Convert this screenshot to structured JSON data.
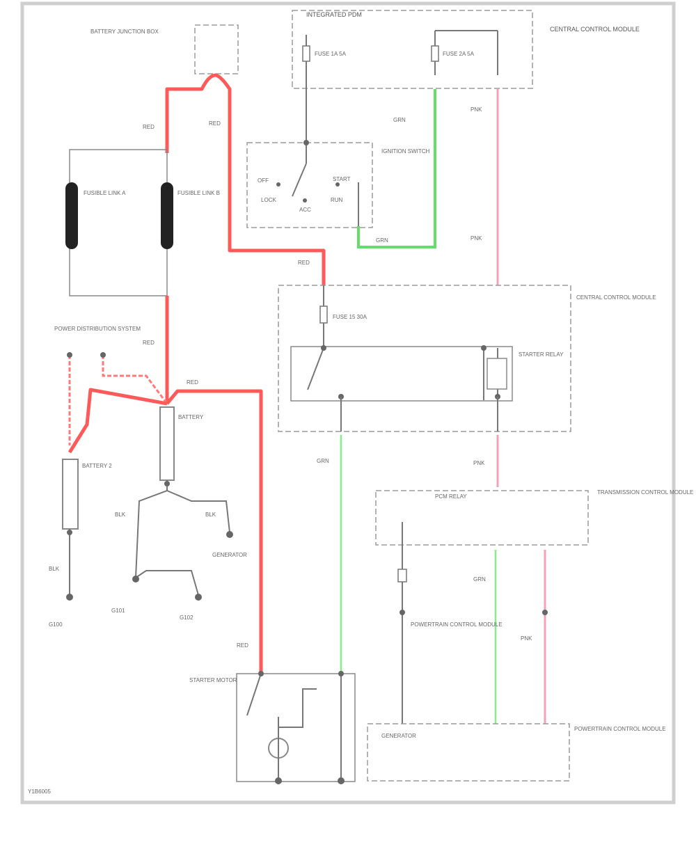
{
  "diagram": {
    "figure_id": "Y1B6005",
    "labels": {
      "ipdm_top": "INTEGRATED PDM",
      "battery_junction": "BATTERY JUNCTION BOX",
      "fuse_a": "FUSE 1A 5A",
      "fuse_b": "FUSE 2A 5A",
      "central_module_top": "CENTRAL CONTROL MODULE",
      "ignition_switch": "IGNITION SWITCH",
      "ignition_off": "OFF",
      "ignition_lock": "LOCK",
      "ignition_start": "START",
      "ignition_run": "RUN",
      "ignition_acc": "ACC",
      "fusible_link_1": "FUSIBLE LINK A",
      "fusible_link_2": "FUSIBLE LINK B",
      "power_distribution": "POWER DISTRIBUTION SYSTEM",
      "fuse_mid": "FUSE 15 30A",
      "central_module_mid": "CENTRAL CONTROL MODULE",
      "starter_relay": "STARTER RELAY",
      "battery": "BATTERY",
      "battery2": "BATTERY 2",
      "starter_motor": "STARTER MOTOR",
      "ground_left": "G100",
      "ground_mid1": "G101",
      "ground_mid2": "G102",
      "generator": "GENERATOR",
      "powertrain_module": "POWERTRAIN CONTROL MODULE",
      "transmission_module": "TRANSMISSION CONTROL MODULE",
      "pcm_relay": "PCM RELAY",
      "wire_red": "RED",
      "wire_blk": "BLK",
      "wire_grn": "GRN",
      "wire_pnk": "PNK"
    }
  }
}
